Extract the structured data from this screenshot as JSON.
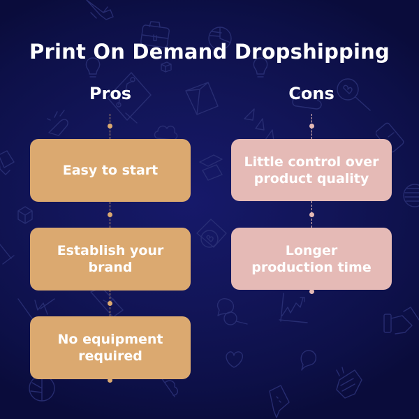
{
  "title": "Print On Demand Dropshipping",
  "colors": {
    "background": "#121558",
    "pros_box": "#dba970",
    "cons_box": "#e5bab6",
    "pros_connector": "#dba970",
    "cons_connector": "#e5bab6",
    "text": "#ffffff",
    "bg_icon_stroke": "#2c3278"
  },
  "pros": {
    "header": "Pros",
    "items": [
      {
        "label": "Easy to start"
      },
      {
        "label": "Establish your brand"
      },
      {
        "label": "No equipment required"
      }
    ]
  },
  "cons": {
    "header": "Cons",
    "items": [
      {
        "label": "Little control over product quality"
      },
      {
        "label": "Longer production time"
      }
    ]
  },
  "background_icons": [
    "rocket-icon",
    "briefcase-icon",
    "lightbulb-icon",
    "pie-chart-icon",
    "package-box-icon",
    "monitor-chart-icon",
    "cube-icon",
    "cloud-icon",
    "search-heart-icon",
    "phone-icon",
    "chat-bubble-icon",
    "heart-icon",
    "growth-chart-icon",
    "handshake-icon",
    "clapping-hands-icon",
    "magnifier-icon",
    "tag-icon"
  ]
}
